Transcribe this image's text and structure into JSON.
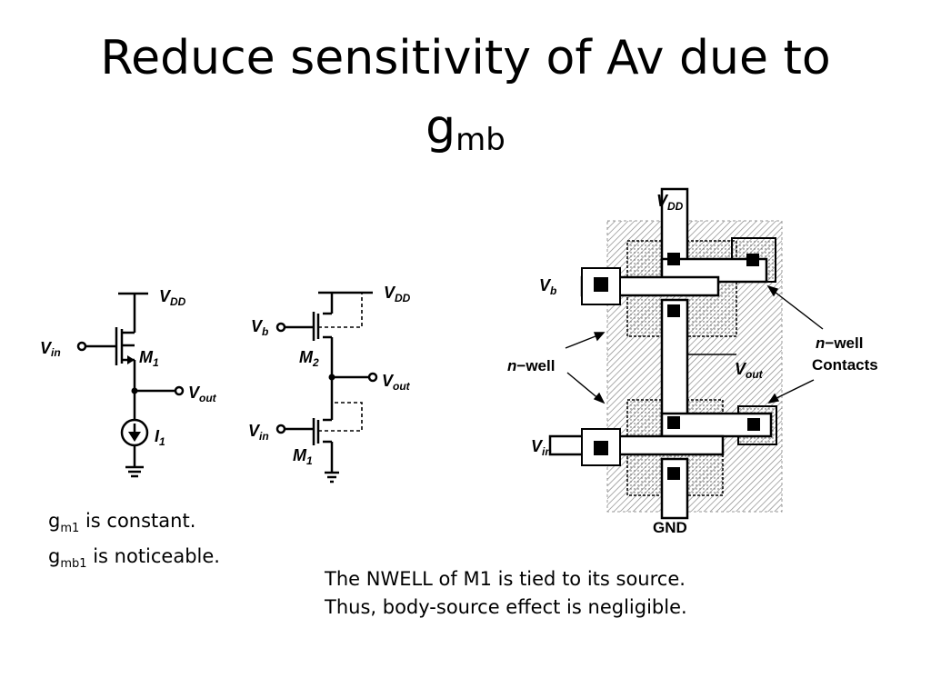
{
  "slide": {
    "title_main": "Reduce sensitivity of Av due to",
    "title_g": "g",
    "title_sub": "mb"
  },
  "circuit1": {
    "vdd": "V",
    "vdd_sub": "DD",
    "vin": "V",
    "vin_sub": "in",
    "m": "M",
    "m_sub": "1",
    "vout": "V",
    "vout_sub": "out",
    "i": "I",
    "i_sub": "1"
  },
  "circuit2": {
    "vdd": "V",
    "vdd_sub": "DD",
    "vb": "V",
    "vb_sub": "b",
    "m2": "M",
    "m2_sub": "2",
    "vout": "V",
    "vout_sub": "out",
    "vin": "V",
    "vin_sub": "in",
    "m1": "M",
    "m1_sub": "1"
  },
  "layout": {
    "vdd": "V",
    "vdd_sub": "DD",
    "vb": "V",
    "vb_sub": "b",
    "nwell_left_a": "n",
    "nwell_left_b": "−well",
    "vout": "V",
    "vout_sub": "out",
    "vin": "V",
    "vin_sub": "in",
    "gnd": "GND",
    "nwell_right_a": "n",
    "nwell_right_b": "−well",
    "contacts": "Contacts"
  },
  "notes": {
    "gm1_g": "g",
    "gm1_sub": "m1",
    "gm1_text": " is constant.",
    "gmb1_g": "g",
    "gmb1_sub": "mb1",
    "gmb1_text": " is noticeable.",
    "line1": "The NWELL of M1 is tied to its source.",
    "line2": "Thus, body-source effect is negligible."
  },
  "colors": {
    "ink": "#000000",
    "background": "#ffffff",
    "hatch": "#888888"
  }
}
